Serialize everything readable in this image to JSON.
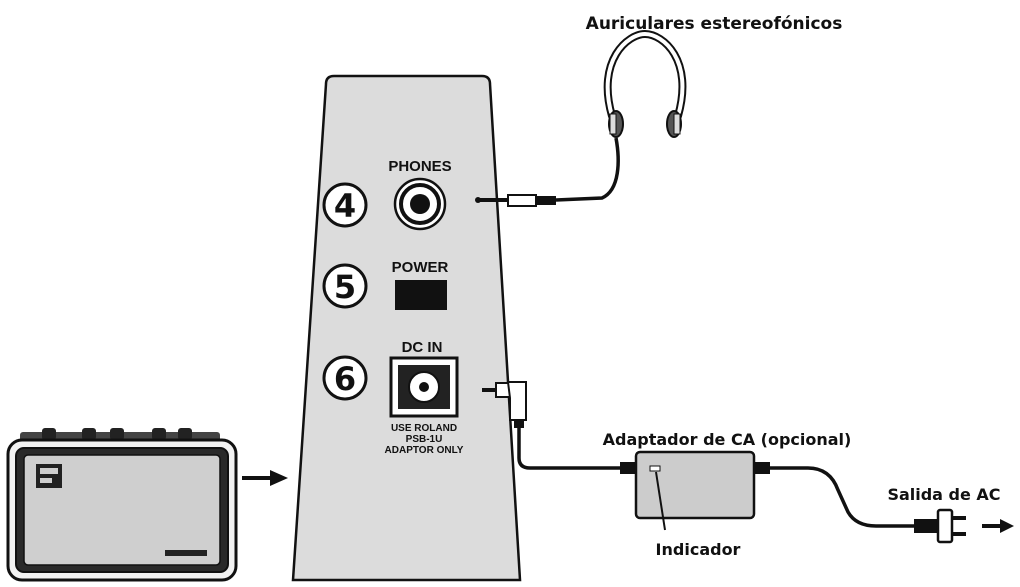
{
  "labels": {
    "headphones": "Auriculares estereofónicos",
    "adapter": "Adaptador de CA (opcional)",
    "indicator": "Indicador",
    "outlet": "Salida de AC"
  },
  "panel": {
    "phones": "PHONES",
    "power": "POWER",
    "dc_in": "DC IN",
    "warning_line1": "USE ROLAND",
    "warning_line2": "PSB-1U",
    "warning_line3": "ADAPTOR ONLY",
    "num_phones": "4",
    "num_power": "5",
    "num_dcin": "6"
  },
  "colors": {
    "panel_fill": "#dcdcdc",
    "amp_grille": "#cfcfcf",
    "adapter_fill": "#cccccc",
    "cable": "#111111"
  }
}
